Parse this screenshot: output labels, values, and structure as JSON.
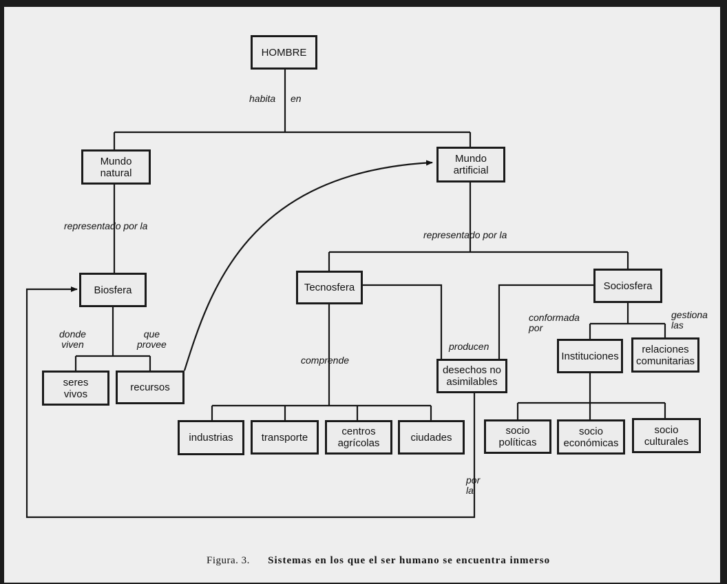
{
  "nodes": {
    "hombre": "HOMBRE",
    "mundo_natural": "Mundo\nnatural",
    "mundo_artificial": "Mundo\nartificial",
    "biosfera": "Biosfera",
    "tecnosfera": "Tecnosfera",
    "sociosfera": "Sociosfera",
    "seres_vivos": "seres\nvivos",
    "recursos": "recursos",
    "desechos": "desechos no\nasimilables",
    "instituciones": "Instituciones",
    "relaciones": "relaciones\ncomunitarias",
    "industrias": "industrias",
    "transporte": "transporte",
    "centros": "centros\nagrícolas",
    "ciudades": "ciudades",
    "socio_politicas": "socio\npolíticas",
    "socio_economicas": "socio\neconómicas",
    "socio_culturales": "socio\nculturales"
  },
  "labels": {
    "habita": "habita",
    "en": "en",
    "representado_natural": "representado por la",
    "representado_artificial": "representado por la",
    "donde_viven": "donde\nviven",
    "que_provee": "que\nprovee",
    "comprende": "comprende",
    "producen": "producen",
    "conformada_por": "conformada\npor",
    "gestiona_las": "gestiona\nlas",
    "por_la": "por\nla"
  },
  "caption": {
    "figure": "Figura. 3.",
    "title": "Sistemas en los que el ser humano se encuentra inmerso"
  }
}
